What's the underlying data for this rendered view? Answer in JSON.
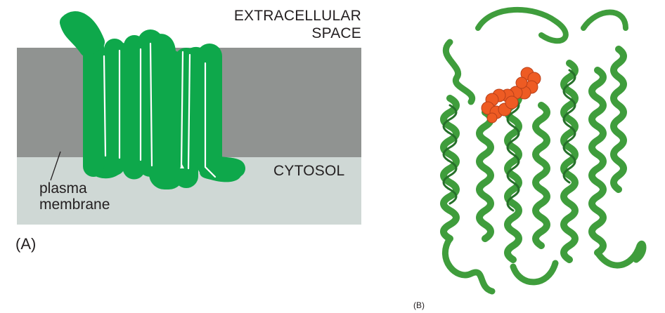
{
  "panel_a": {
    "region_top_line1": "EXTRACELLULAR",
    "region_top_line2": "SPACE",
    "region_bottom": "CYTOSOL",
    "membrane_label_line1": "plasma",
    "membrane_label_line2": "membrane",
    "panel_letter": "(A)",
    "colors": {
      "membrane": "#909391",
      "cytosol": "#cfd8d5",
      "protein": "#0ea84b",
      "backbone_line": "#ffffff"
    }
  },
  "panel_b": {
    "panel_letter": "(B)",
    "colors": {
      "ribbon": "#3f9d3c",
      "ribbon_dark": "#26702a",
      "ligand": "#ee5b23"
    }
  }
}
